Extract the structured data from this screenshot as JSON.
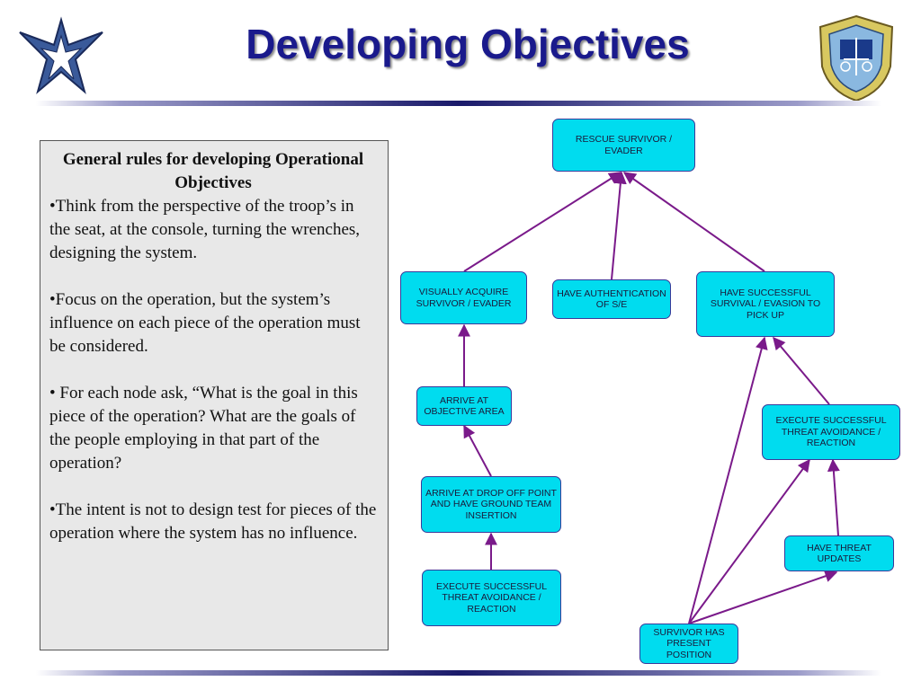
{
  "title": "Developing Objectives",
  "textbox": {
    "heading": "General rules for developing Operational Objectives",
    "bullets": [
      "•Think from the perspective of the troop’s in the seat, at the console, turning the wrenches, designing the system.",
      "•Focus on the operation, but the system’s influence on each piece of the operation must be considered.",
      "• For each node ask, “What is the goal in this piece of the operation? What are the goals of the people employing in that part of the operation?",
      "•The intent is not to design test for pieces of the operation where the system has no influence."
    ]
  },
  "diagram": {
    "nodes": {
      "rescue": "RESCUE SURVIVOR / EVADER",
      "visually": "VISUALLY ACQUIRE SURVIVOR / EVADER",
      "auth": "HAVE AUTHENTICATION OF S/E",
      "survival": "HAVE SUCCESSFUL SURVIVAL / EVASION TO PICK UP",
      "arrive_obj": "ARRIVE AT OBJECTIVE AREA",
      "threat_right": "EXECUTE SUCCESSFUL THREAT AVOIDANCE / REACTION",
      "dropoff": "ARRIVE AT DROP OFF POINT AND HAVE GROUND TEAM INSERTION",
      "threat_updates": "HAVE THREAT UPDATES",
      "threat_left": "EXECUTE SUCCESSFUL THREAT AVOIDANCE / REACTION",
      "survivor_pos": "SURVIVOR HAS PRESENT POSITION"
    },
    "edge_color": "#7a1a8a",
    "node_color": "#00dcef"
  }
}
